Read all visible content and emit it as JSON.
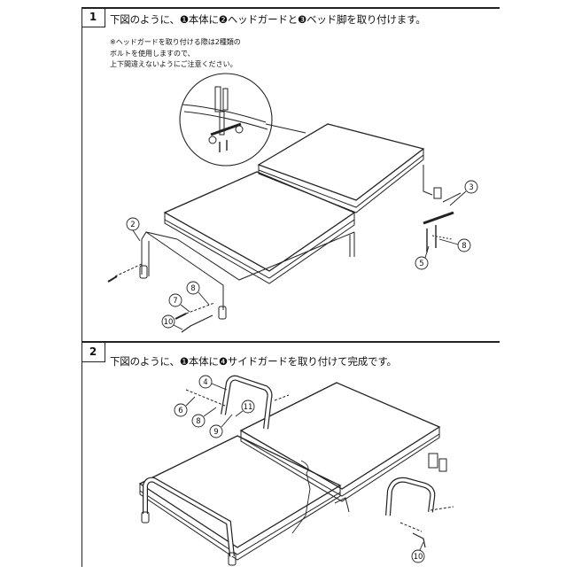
{
  "steps": [
    {
      "number": "1",
      "instruction": "下図のように、❶本体に❷ヘッドガードと❸ベッド脚を取り付けます。",
      "note_lines": [
        "※ヘッドガードを取り付ける際は2種類の",
        "ボルトを使用しますので、",
        "上下間違えないようにご注意ください。"
      ],
      "callouts": [
        "2",
        "3",
        "5",
        "7",
        "8",
        "8",
        "10"
      ]
    },
    {
      "number": "2",
      "instruction": "下図のように、❶本体に❹サイドガードを取り付けて完成です。",
      "callouts": [
        "4",
        "6",
        "8",
        "9",
        "11",
        "10"
      ]
    }
  ]
}
